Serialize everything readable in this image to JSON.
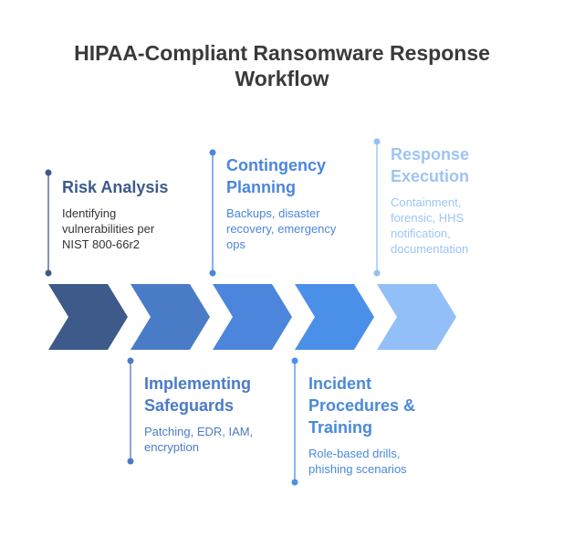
{
  "title": [
    "HIPAA-Compliant Ransomware Response",
    "Workflow"
  ],
  "steps": [
    {
      "head": [
        "Risk Analysis"
      ],
      "desc": [
        "Identifying",
        "vulnerabilities per",
        "NIST 800-66r2"
      ],
      "color": "#3d5a8a",
      "head_color": "#3d5a8a",
      "desc_color": "#333333",
      "position": "top"
    },
    {
      "head": [
        "Implementing",
        "Safeguards"
      ],
      "desc": [
        "Patching, EDR, IAM,",
        "encryption"
      ],
      "color": "#4a7bc7",
      "head_color": "#4a7bc7",
      "desc_color": "#4a7bc7",
      "position": "bottom"
    },
    {
      "head": [
        "Contingency",
        "Planning"
      ],
      "desc": [
        "Backups, disaster",
        "recovery, emergency",
        "ops"
      ],
      "color": "#4b86dc",
      "head_color": "#4b86dc",
      "desc_color": "#4b86dc",
      "position": "top"
    },
    {
      "head": [
        "Incident",
        "Procedures &",
        "Training"
      ],
      "desc": [
        "Role-based drills,",
        "phishing scenarios"
      ],
      "color": "#4a90e8",
      "head_color": "#4a8ad8",
      "desc_color": "#4a8ad8",
      "position": "bottom"
    },
    {
      "head": [
        "Response",
        "Execution"
      ],
      "desc": [
        "Containment,",
        "forensic, HHS",
        "notification,",
        "documentation"
      ],
      "color": "#93bff8",
      "head_color": "#9ec4f5",
      "desc_color": "#9ec4f5",
      "position": "top"
    }
  ]
}
